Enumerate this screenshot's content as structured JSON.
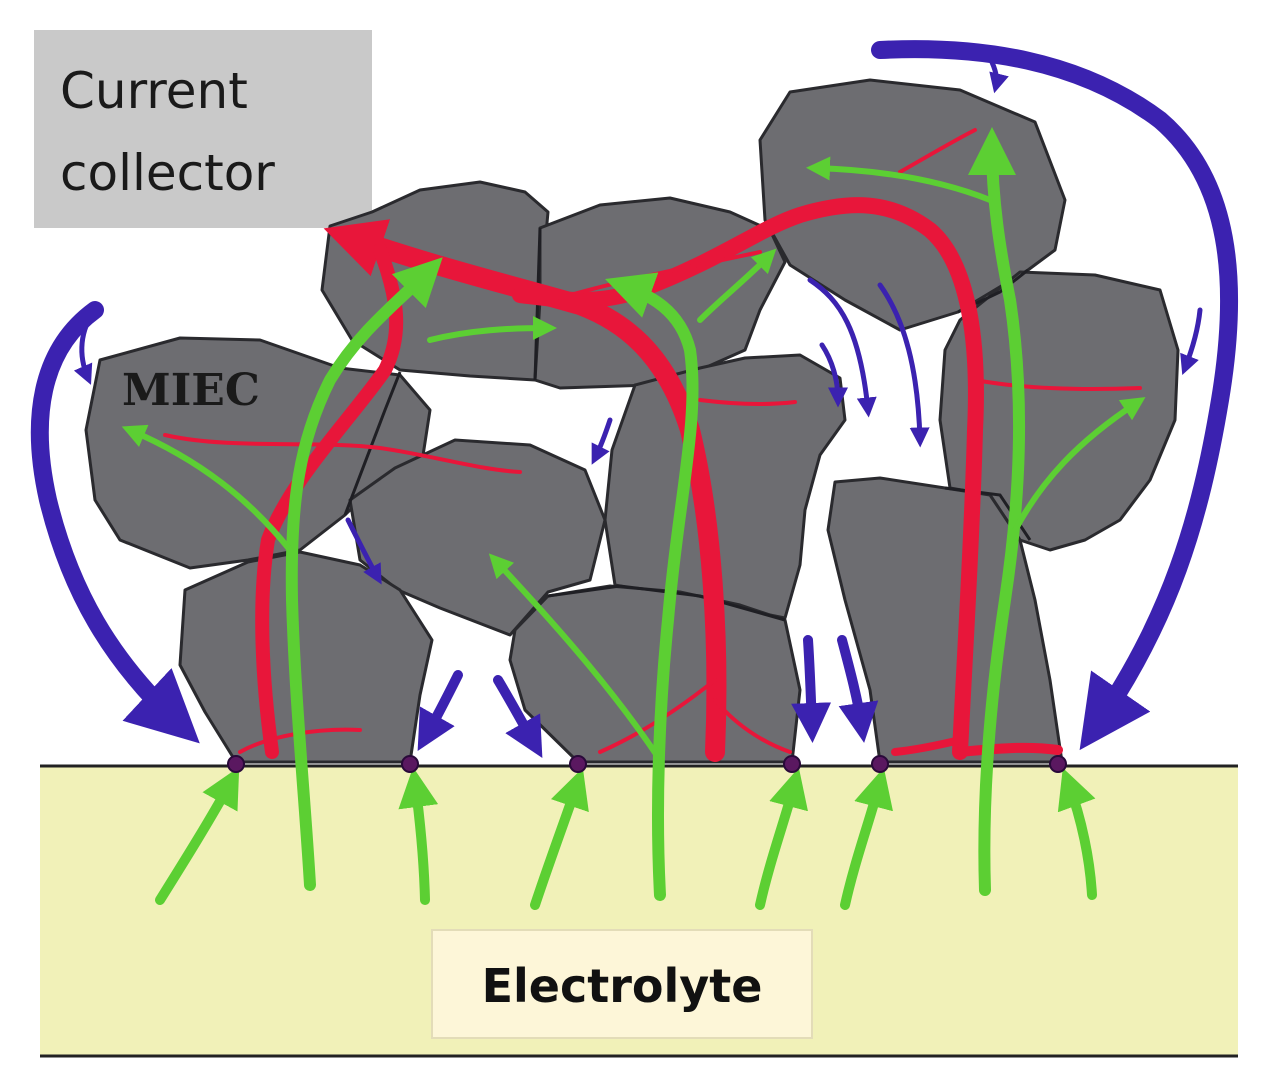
{
  "labels": {
    "current_collector_line1": "Current",
    "current_collector_line2": "collector",
    "miec": "MIEC",
    "electrolyte": "Electrolyte"
  },
  "colors": {
    "particle": "#6d6d71",
    "electrolyte": "#f1f1b8",
    "electron_path": "#e8163a",
    "ion_path": "#5ccf33",
    "gas_flow": "#3b22b0",
    "collector_box": "#c9c9c9"
  }
}
